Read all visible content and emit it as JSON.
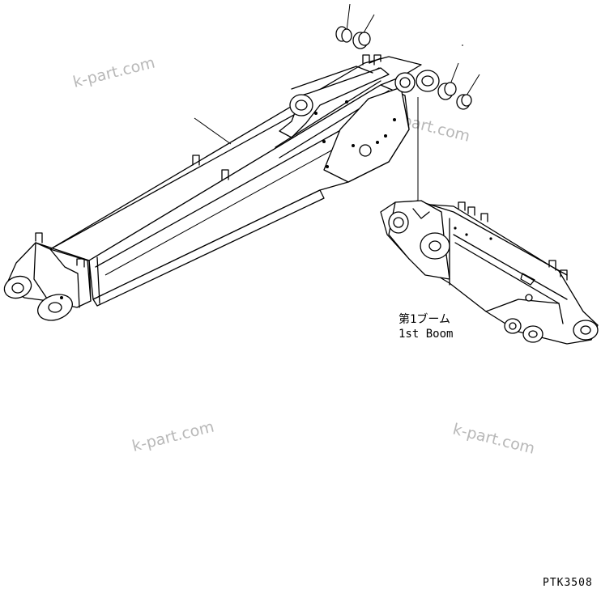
{
  "watermark": {
    "text": "k-part.com"
  },
  "part_label": {
    "japanese": "第1ブーム",
    "english": "1st Boom"
  },
  "drawing_code": "PTK3508"
}
